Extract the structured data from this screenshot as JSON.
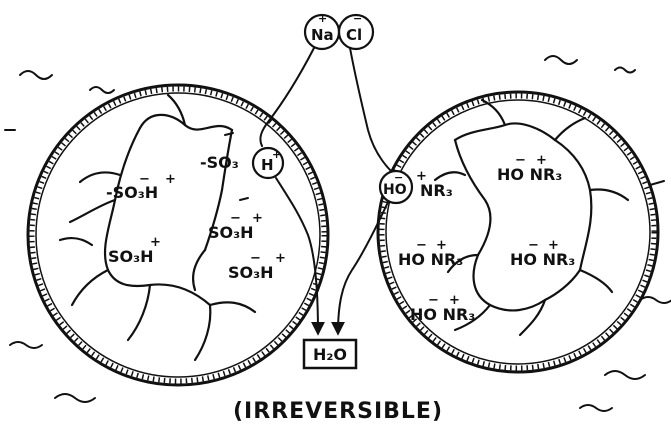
{
  "ions": {
    "sodium": "Na",
    "chloride": "Cl",
    "plus": "+",
    "minus": "−"
  },
  "cation_resin": {
    "labels": [
      {
        "id": "so3h-1",
        "text": "-SO₃H"
      },
      {
        "id": "so3-free",
        "text": "-SO₃"
      },
      {
        "id": "so3h-2",
        "text": "SO₃H"
      },
      {
        "id": "so3h-3",
        "text": "-SO₃H"
      },
      {
        "id": "so3h-4",
        "text": "SO₃H"
      }
    ],
    "released_ion": "H"
  },
  "anion_resin": {
    "labels": [
      {
        "id": "nr3-free",
        "text": "NR₃"
      },
      {
        "id": "honr3-1",
        "text": "HO NR₃"
      },
      {
        "id": "honr3-2",
        "text": "HO NR₃"
      },
      {
        "id": "honr3-3",
        "text": "HO NR₃"
      },
      {
        "id": "honr3-4",
        "text": "HO NR₃"
      }
    ],
    "released_ion": "HO"
  },
  "product": "H₂O",
  "caption": "(IRREVERSIBLE)"
}
